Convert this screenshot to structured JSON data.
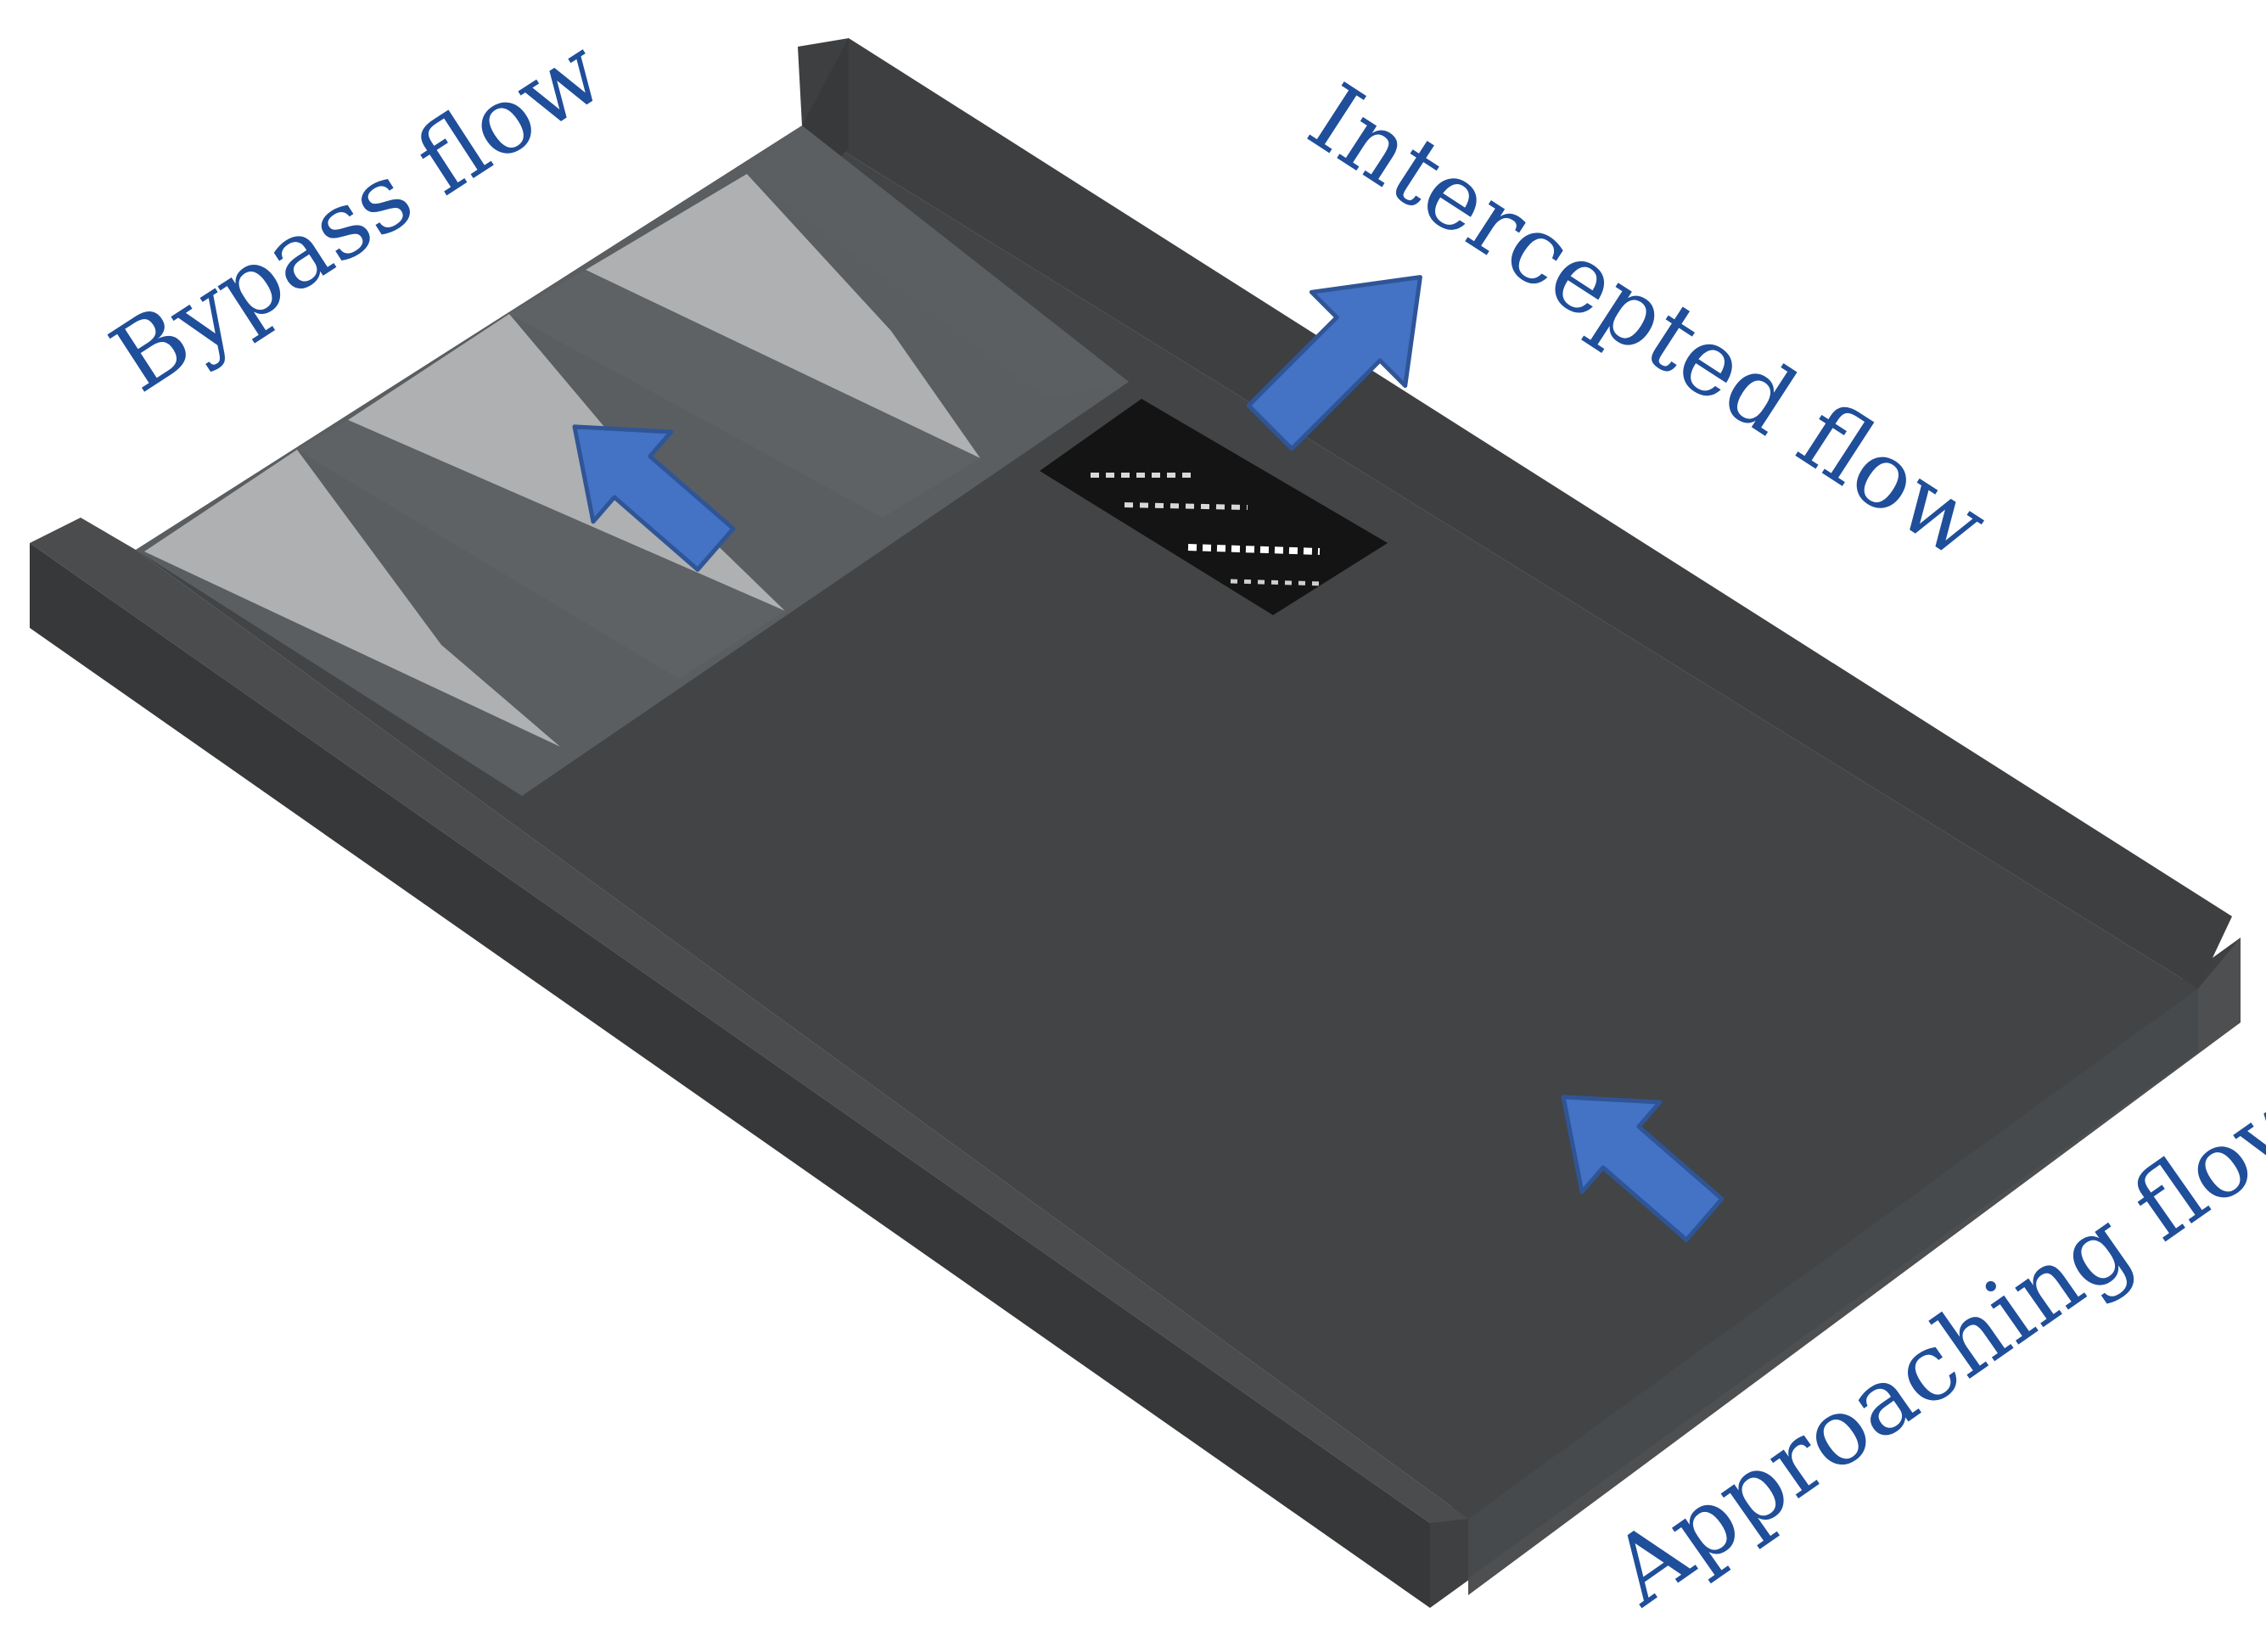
{
  "labels": {
    "bypass": "Bypass flow",
    "intercepted": "Intercepted flow",
    "approaching": "Approaching flow"
  },
  "colors": {
    "background": "#ffffff",
    "label_text": "#1f4e9a",
    "arrow_fill": "#4472c4",
    "arrow_stroke": "#2f5597",
    "channel_floor": "#424446",
    "channel_wall_top": "#4a4c4e",
    "channel_wall_side": "#3a3c3e",
    "channel_front_face": "#36383a",
    "stripe_light": "#aeb0b1",
    "stripe_dark": "#5b5e60",
    "grate": "#141414"
  },
  "icons": [
    "bypass-arrow-icon",
    "intercepted-arrow-icon",
    "approaching-arrow-icon"
  ]
}
